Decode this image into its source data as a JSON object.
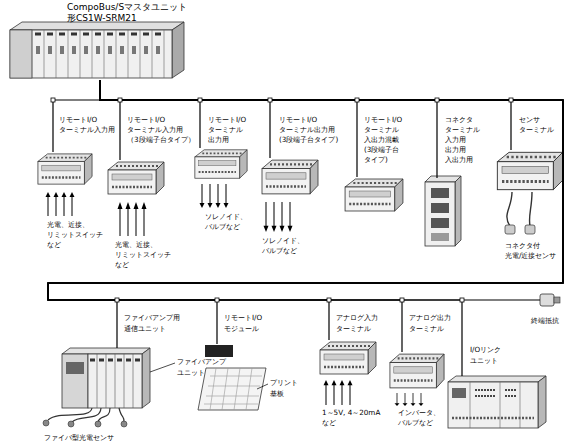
{
  "diagram": {
    "nodes": [
      {
        "text": [
          "CompoBus/Sマスタユニット 形CS1W-SRM21"
        ]
      },
      {
        "text": [
          "リモートI/O ターミナル入力用"
        ]
      },
      {
        "text": [
          "リモートI/O ターミナル入力用 （3段端子台タイプ）"
        ]
      },
      {
        "text": [
          "リモートI/O ターミナル 出力用"
        ]
      },
      {
        "text": [
          "リモートI/O ターミナル出力用 (3段端子台タイプ)"
        ]
      },
      {
        "text": [
          "リモートI/O ターミナル 入出力混載 (3段端子台 タイプ)"
        ]
      },
      {
        "text": [
          "コネクタ ターミナル 入力用 出力用 入出力用"
        ]
      },
      {
        "text": [
          "センサ ターミナル"
        ]
      },
      {
        "text": [
          "ファイバアンプ用 通信ユニット"
        ]
      },
      {
        "text": [
          "リモートI/O モジュール"
        ]
      },
      {
        "text": [
          "アナログ入力 ターミナル"
        ]
      },
      {
        "text": [
          "アナログ出力 ターミナル"
        ]
      },
      {
        "text": [
          "I/Oリンク ユニット"
        ]
      },
      {
        "text": [
          "終端抵抗"
        ]
      }
    ],
    "edges": [
      {
        "from": 0,
        "to": 1,
        "arrow": "none"
      },
      {
        "from": 0,
        "to": 2,
        "arrow": "none"
      },
      {
        "from": 0,
        "to": 3,
        "arrow": "none"
      },
      {
        "from": 0,
        "to": 4,
        "arrow": "none"
      },
      {
        "from": 0,
        "to": 5,
        "arrow": "none"
      },
      {
        "from": 0,
        "to": 6,
        "arrow": "none"
      },
      {
        "from": 0,
        "to": 7,
        "arrow": "none"
      },
      {
        "from": 0,
        "to": 8,
        "arrow": "none"
      },
      {
        "from": 0,
        "to": 9,
        "arrow": "none"
      },
      {
        "from": 0,
        "to": 10,
        "arrow": "none"
      },
      {
        "from": 0,
        "to": 11,
        "arrow": "none"
      },
      {
        "from": 0,
        "to": 12,
        "arrow": "none"
      },
      {
        "from": 0,
        "to": 13,
        "arrow": "none"
      }
    ],
    "labels": [
      "光電、近接、 リミットスイッチ など",
      "光電、近接、 リミットスイッチ など",
      "ソレノイド、 バルブなど",
      "ソレノイド、 バルブなど",
      "コネクタ付 光電/近接センサ",
      "ファイバアンプ ユニット",
      "ファイバ型光電センサ",
      "プリント 基板",
      "1～5V, 4～20mA など",
      "インバータ、 バルブなど"
    ]
  }
}
